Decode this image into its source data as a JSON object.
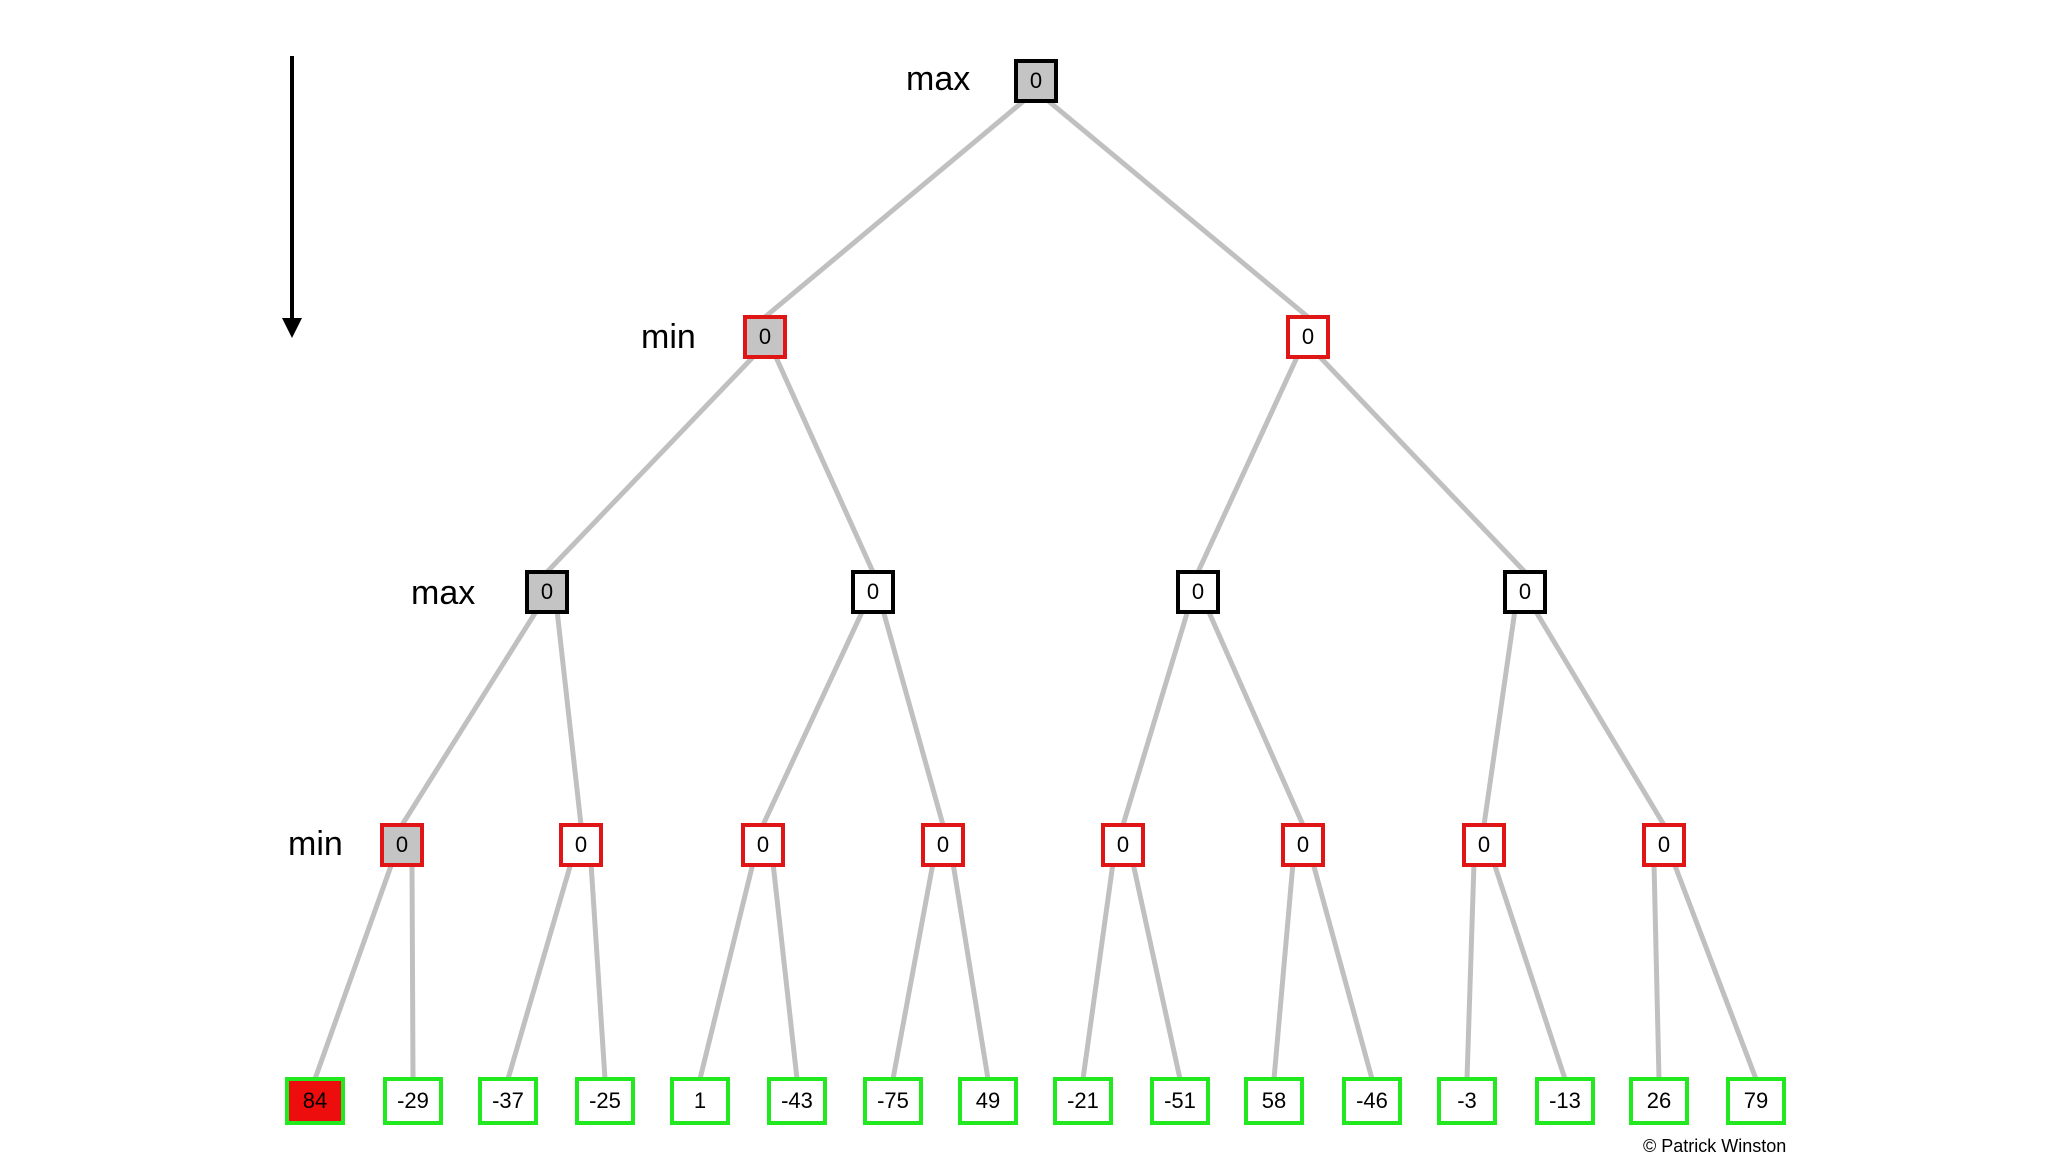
{
  "level_labels": [
    "max",
    "min",
    "max",
    "min"
  ],
  "copyright": "© Patrick Winston",
  "colors": {
    "edge": "#c0c0c0",
    "max_border": "#000000",
    "min_border": "#e01515",
    "leaf_border": "#22e81f",
    "visited_fill": "#c4c4c4",
    "current_leaf_fill": "#ee0d0d"
  },
  "tree": {
    "root": {
      "value": "0",
      "type": "max",
      "visited": true
    },
    "level1": [
      {
        "value": "0",
        "type": "min",
        "visited": true
      },
      {
        "value": "0",
        "type": "min",
        "visited": false
      }
    ],
    "level2": [
      {
        "value": "0",
        "type": "max",
        "visited": true
      },
      {
        "value": "0",
        "type": "max",
        "visited": false
      },
      {
        "value": "0",
        "type": "max",
        "visited": false
      },
      {
        "value": "0",
        "type": "max",
        "visited": false
      }
    ],
    "level3": [
      {
        "value": "0",
        "type": "min",
        "visited": true
      },
      {
        "value": "0",
        "type": "min",
        "visited": false
      },
      {
        "value": "0",
        "type": "min",
        "visited": false
      },
      {
        "value": "0",
        "type": "min",
        "visited": false
      },
      {
        "value": "0",
        "type": "min",
        "visited": false
      },
      {
        "value": "0",
        "type": "min",
        "visited": false
      },
      {
        "value": "0",
        "type": "min",
        "visited": false
      },
      {
        "value": "0",
        "type": "min",
        "visited": false
      }
    ],
    "leaves": [
      {
        "value": "84",
        "current": true
      },
      {
        "value": "-29",
        "current": false
      },
      {
        "value": "-37",
        "current": false
      },
      {
        "value": "-25",
        "current": false
      },
      {
        "value": "1",
        "current": false
      },
      {
        "value": "-43",
        "current": false
      },
      {
        "value": "-75",
        "current": false
      },
      {
        "value": "49",
        "current": false
      },
      {
        "value": "-21",
        "current": false
      },
      {
        "value": "-51",
        "current": false
      },
      {
        "value": "58",
        "current": false
      },
      {
        "value": "-46",
        "current": false
      },
      {
        "value": "-3",
        "current": false
      },
      {
        "value": "-13",
        "current": false
      },
      {
        "value": "26",
        "current": false
      },
      {
        "value": "79",
        "current": false
      }
    ]
  }
}
